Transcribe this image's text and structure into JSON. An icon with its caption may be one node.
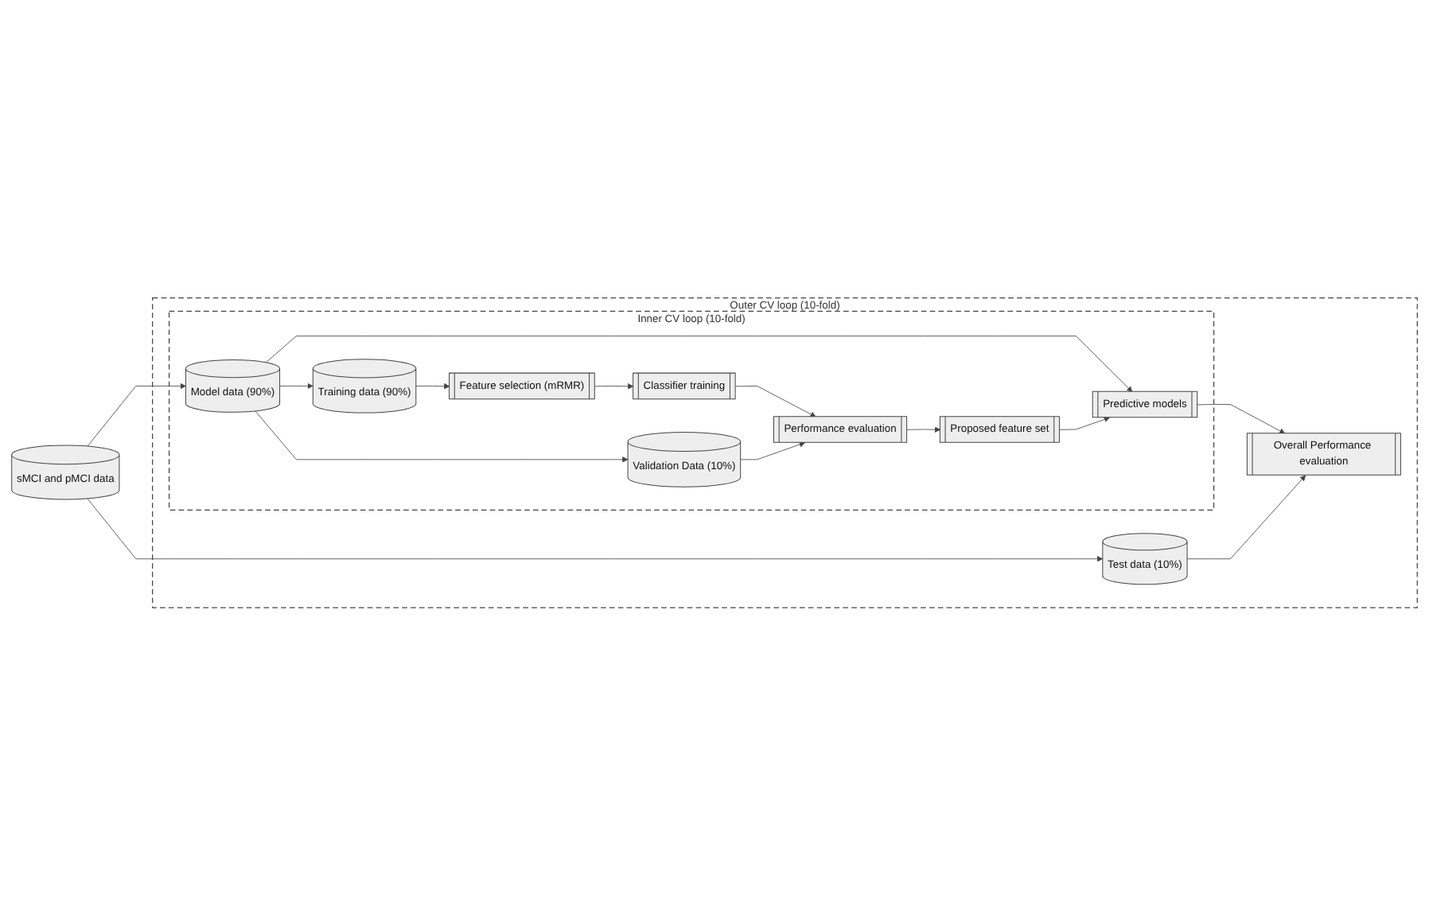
{
  "diagram": {
    "nodes": [
      {
        "text": [
          "Outer CV loop (10-fold)"
        ]
      },
      {
        "text": [
          "Inner CV loop (10-fold)"
        ],
        "in": 0
      },
      {
        "text": [
          "sMCI and pMCI data"
        ]
      },
      {
        "text": [
          "Model data (90%)"
        ],
        "in": 1
      },
      {
        "text": [
          "Training data (90%)"
        ],
        "in": 1
      },
      {
        "text": [
          "Feature selection (mRMR)"
        ],
        "in": 1
      },
      {
        "text": [
          "Classifier training"
        ],
        "in": 1
      },
      {
        "text": [
          "Validation Data (10%)"
        ],
        "in": 1
      },
      {
        "text": [
          "Performance evaluation"
        ],
        "in": 1
      },
      {
        "text": [
          "Predictive models"
        ],
        "in": 1
      },
      {
        "text": [
          "Proposed feature set"
        ],
        "in": 1
      },
      {
        "text": [
          "Test data (10%)"
        ],
        "in": 0
      },
      {
        "text": [
          "Overall Performance evaluation"
        ],
        "in": 0
      }
    ],
    "edges": [
      {
        "from": 2,
        "to": 3,
        "arrow": "to"
      },
      {
        "from": 2,
        "to": 11,
        "arrow": "to"
      },
      {
        "from": 3,
        "to": 4,
        "arrow": "to"
      },
      {
        "from": 3,
        "to": 7,
        "arrow": "to"
      },
      {
        "from": 3,
        "to": 9,
        "arrow": "to"
      },
      {
        "from": 4,
        "to": 5,
        "arrow": "to"
      },
      {
        "from": 5,
        "to": 6,
        "arrow": "to"
      },
      {
        "from": 6,
        "to": 8,
        "arrow": "to"
      },
      {
        "from": 7,
        "to": 8,
        "arrow": "to"
      },
      {
        "from": 8,
        "to": 10,
        "arrow": "to"
      },
      {
        "from": 10,
        "to": 9,
        "arrow": "to"
      },
      {
        "from": 9,
        "to": 12,
        "arrow": "to"
      },
      {
        "from": 11,
        "to": 12,
        "arrow": "to"
      }
    ]
  }
}
